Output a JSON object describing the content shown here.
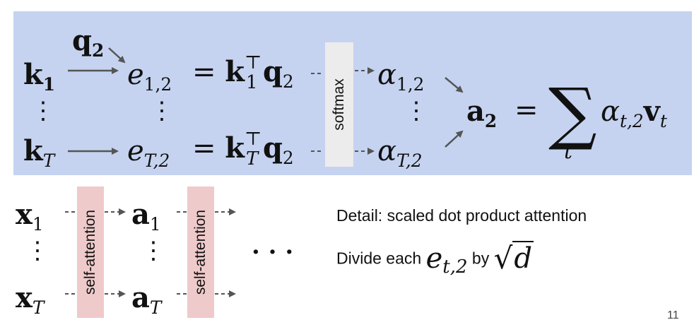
{
  "top": {
    "q2_label": "q",
    "q2_sub": "2",
    "k_first": "k",
    "k_first_sub": "1",
    "k_last": "k",
    "k_last_sub": "T",
    "e_first": "e",
    "e_first_sub": "1,2",
    "e_last": "e",
    "e_last_sub": "T,2",
    "eq": "=",
    "kT_first_base": "k",
    "kT_first_sup": "⊤",
    "kT_first_sub": "1",
    "kT_last_base": "k",
    "kT_last_sup": "⊤",
    "kT_last_sub": "T",
    "q_first": "q",
    "q_first_sub": "2",
    "q_last": "q",
    "q_last_sub": "2",
    "softmax_label": "softmax",
    "alpha_first": "α",
    "alpha_first_sub": "1,2",
    "alpha_last": "α",
    "alpha_last_sub": "T,2",
    "vdots": "⋮",
    "a2": "a",
    "a2_sub": "2",
    "sum_symbol": "∑",
    "sum_index": "t",
    "alpha_t": "α",
    "alpha_t_sub": "t,2",
    "v_t": "v",
    "v_t_sub": "t"
  },
  "bottom": {
    "x_first": "x",
    "x_first_sub": "1",
    "x_last": "x",
    "x_last_sub": "T",
    "a_first": "a",
    "a_first_sub": "1",
    "a_last": "a",
    "a_last_sub": "T",
    "self_attention_1": "self-attention",
    "self_attention_2": "self-attention",
    "ellipsis": "· · ·",
    "vdots": "⋮"
  },
  "detail": {
    "line1": "Detail: scaled dot product attention",
    "line2_prefix": "Divide each",
    "line2_var": "e",
    "line2_sub": "t,2",
    "line2_mid": "by",
    "line2_sqrt": "√",
    "line2_d": "d"
  },
  "page_number": "11",
  "colors": {
    "panel": "#c5d3f0",
    "softmax_box": "#ececec",
    "self_attention_box": "#efcaca",
    "arrow": "#555555"
  }
}
